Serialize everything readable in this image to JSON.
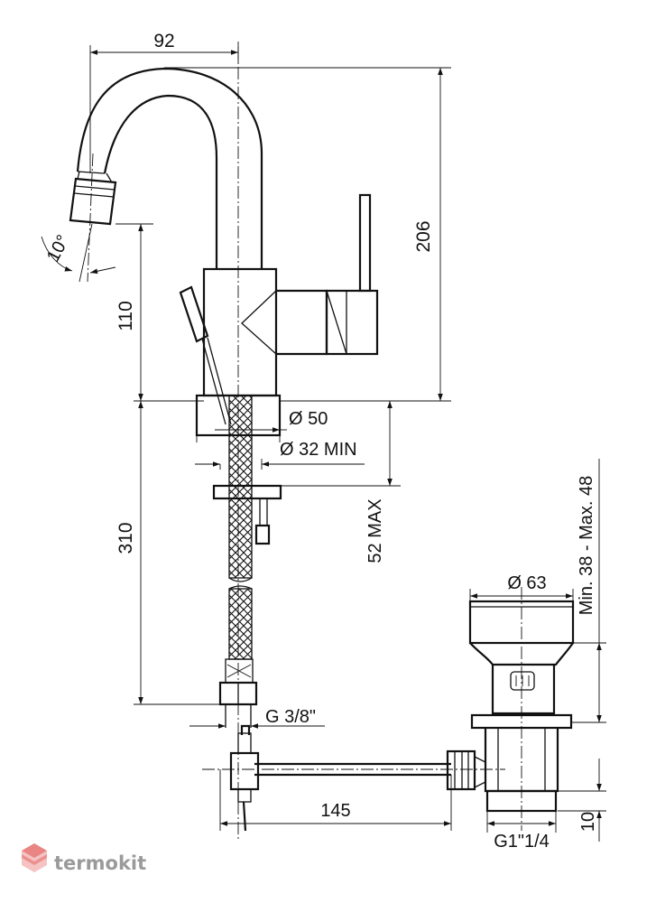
{
  "dimensions": {
    "spout_reach": "92",
    "total_height": "206",
    "spout_height": "110",
    "spray_angle": "10°",
    "base_diameter": "Ø 50",
    "hole_diameter": "Ø 32 MIN",
    "hose_length": "310",
    "deck_thickness": "52 MAX",
    "inlet_thread": "G  3/8\"",
    "drain_diameter": "Ø 63",
    "drain_adjust": "Min. 38  -  Max. 48",
    "rod_length": "145",
    "drain_thread": "G1\"1/4",
    "drain_bottom": "10"
  },
  "watermark": {
    "brand": "termokit",
    "logo_color": "#e0524f",
    "text_color": "#9a9a9a"
  }
}
